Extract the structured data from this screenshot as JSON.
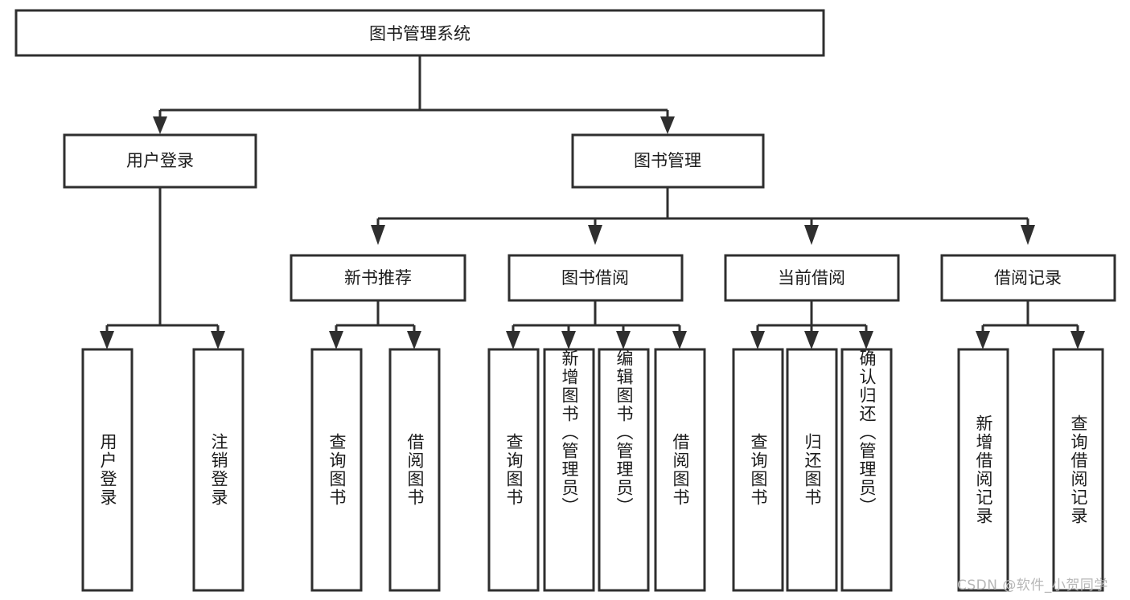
{
  "diagram": {
    "title": "图书管理系统",
    "watermark": "CSDN @软件_小贺同学",
    "colors": {
      "stroke": "#2f2f2f",
      "fill": "#ffffff",
      "text": "#1b1b1b",
      "watermark": "#b7b7b7"
    },
    "levels": {
      "root": {
        "label": "图书管理系统"
      },
      "level2": [
        {
          "label": "用户登录"
        },
        {
          "label": "图书管理"
        }
      ],
      "level3": [
        {
          "label": "新书推荐"
        },
        {
          "label": "图书借阅"
        },
        {
          "label": "当前借阅"
        },
        {
          "label": "借阅记录"
        }
      ],
      "level4": {
        "user_login": [
          {
            "label": "用户登录"
          },
          {
            "label": "注销登录"
          }
        ],
        "new_book_recommend": [
          {
            "label": "查询图书"
          },
          {
            "label": "借阅图书"
          }
        ],
        "book_borrow": [
          {
            "label": "查询图书"
          },
          {
            "label": "新增图书（管理员）"
          },
          {
            "label": "编辑图书（管理员）"
          },
          {
            "label": "借阅图书"
          }
        ],
        "current_borrow": [
          {
            "label": "查询图书"
          },
          {
            "label": "归还图书"
          },
          {
            "label": "确认归还（管理员）"
          }
        ],
        "borrow_record": [
          {
            "label": "新增借阅记录"
          },
          {
            "label": "查询借阅记录"
          }
        ]
      }
    }
  }
}
